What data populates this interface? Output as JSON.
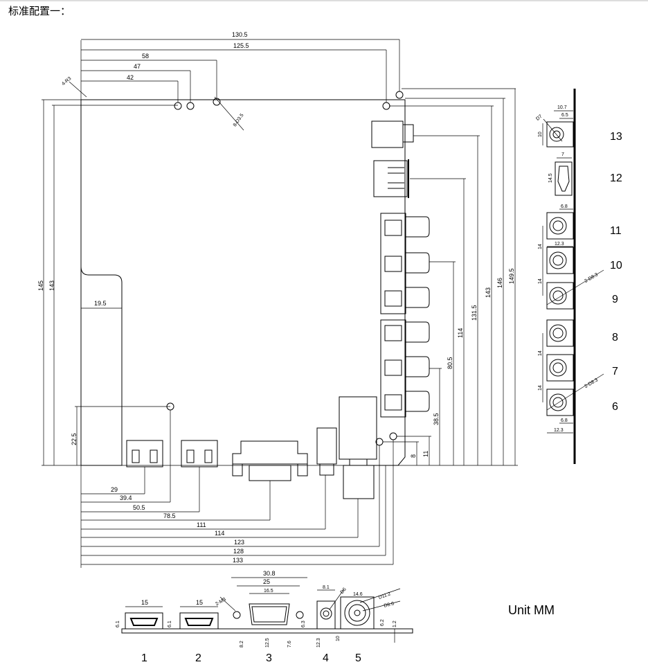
{
  "heading": "标准配置一：",
  "unit": "Unit MM",
  "top_dims": [
    "130.5",
    "125.5",
    "58",
    "47",
    "42",
    "4-R3",
    "8-D3.5"
  ],
  "left_dims": [
    "145",
    "143",
    "19.5",
    "22.5"
  ],
  "right_dims": [
    "149.5",
    "146",
    "143",
    "131.5",
    "114",
    "80.5",
    "38.5",
    "11",
    "8"
  ],
  "bottom_dims": [
    "29",
    "39.4",
    "50.5",
    "78.5",
    "111",
    "114",
    "123",
    "128",
    "133"
  ],
  "side_dims": {
    "top_block": [
      "D7",
      "10.7",
      "6.5",
      "10"
    ],
    "usb": [
      "7",
      "14.5"
    ],
    "jacks": [
      "6.8",
      "12.3",
      "14",
      "14",
      "2-D8.3",
      "14",
      "14",
      "2-D8.3",
      "6.8",
      "12.3"
    ]
  },
  "side_labels": [
    "13",
    "12",
    "11",
    "10",
    "9",
    "8",
    "7",
    "6"
  ],
  "front_dims": [
    "15",
    "6.1",
    "6.1",
    "15",
    "2-M3",
    "30.8",
    "25",
    "16.5",
    "8.2",
    "12.5",
    "7.6",
    "6.3",
    "8.1",
    "D6",
    "12.3",
    "10",
    "14.6",
    "D11.2",
    "D8.6",
    "6.2",
    "1.2"
  ],
  "front_labels": [
    "1",
    "2",
    "3",
    "4",
    "5"
  ]
}
